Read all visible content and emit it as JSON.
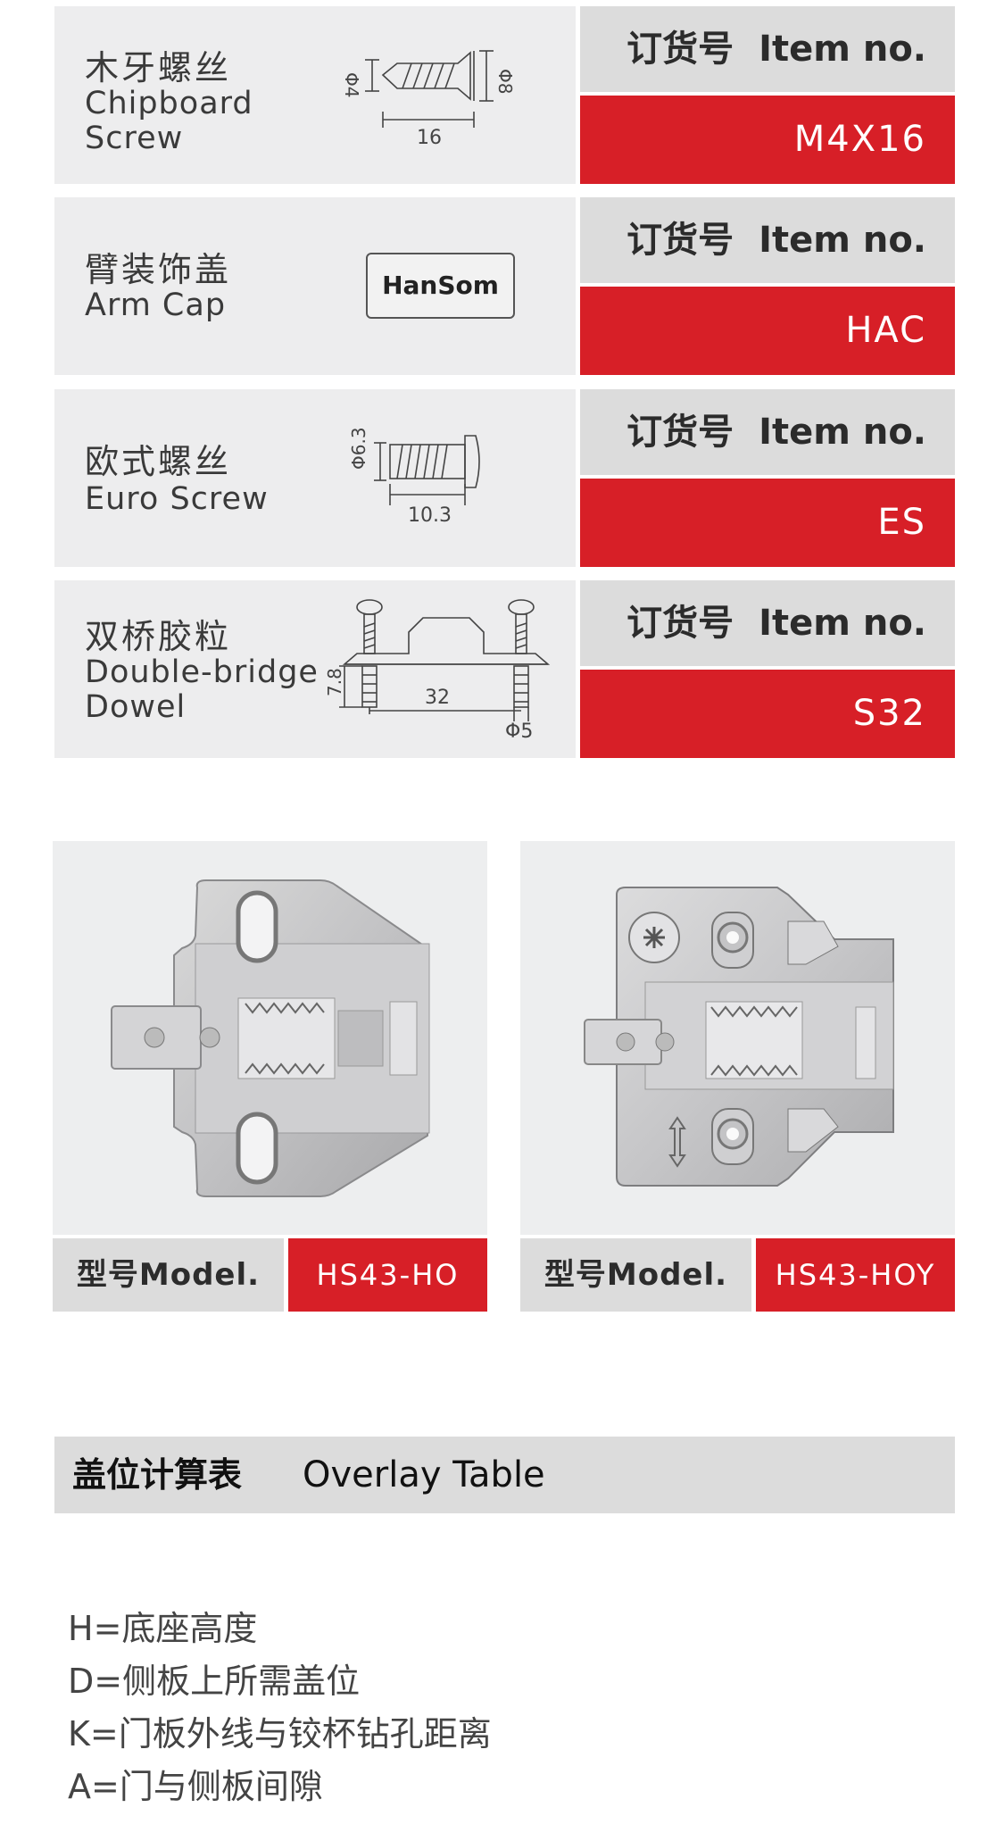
{
  "parts": [
    {
      "name_zh": "木牙螺丝",
      "name_en_lines": [
        "Chipboard",
        "Screw"
      ],
      "drawing": "chipboard-screw",
      "dimensions": {
        "diameter": "Φ4",
        "head": "Φ8",
        "length": "16"
      },
      "item_header_zh": "订货号",
      "item_header_en": "Item no.",
      "item_no": "M4X16"
    },
    {
      "name_zh": "臂装饰盖",
      "name_en_lines": [
        "Arm Cap"
      ],
      "drawing": "arm-cap",
      "logo_text": "HanSom",
      "item_header_zh": "订货号",
      "item_header_en": "Item no.",
      "item_no": "HAC"
    },
    {
      "name_zh": "欧式螺丝",
      "name_en_lines": [
        "Euro Screw"
      ],
      "drawing": "euro-screw",
      "dimensions": {
        "diameter": "Φ6.3",
        "length": "10.3"
      },
      "item_header_zh": "订货号",
      "item_header_en": "Item no.",
      "item_no": "ES"
    },
    {
      "name_zh": "双桥胶粒",
      "name_en_lines": [
        "Double-bridge",
        "Dowel"
      ],
      "drawing": "double-bridge-dowel",
      "dimensions": {
        "height": "7.8",
        "spacing": "32",
        "diameter": "Φ5"
      },
      "item_header_zh": "订货号",
      "item_header_en": "Item no.",
      "item_no": "S32"
    }
  ],
  "models": [
    {
      "label": "型号Model.",
      "model": "HS43-HO",
      "image": "mounting-plate-screw-on"
    },
    {
      "label": "型号Model.",
      "model": "HS43-HOY",
      "image": "mounting-plate-cam-adjust"
    }
  ],
  "overlay_table": {
    "title_zh": "盖位计算表",
    "title_en": "Overlay Table"
  },
  "legend": [
    "H=底座高度",
    "D=侧板上所需盖位",
    "K=门板外线与铰杯钻孔距离",
    "A=门与侧板间隙"
  ],
  "colors": {
    "accent_red": "#d71f27",
    "header_gray": "#dcdcdc",
    "panel_gray": "#ededee"
  }
}
